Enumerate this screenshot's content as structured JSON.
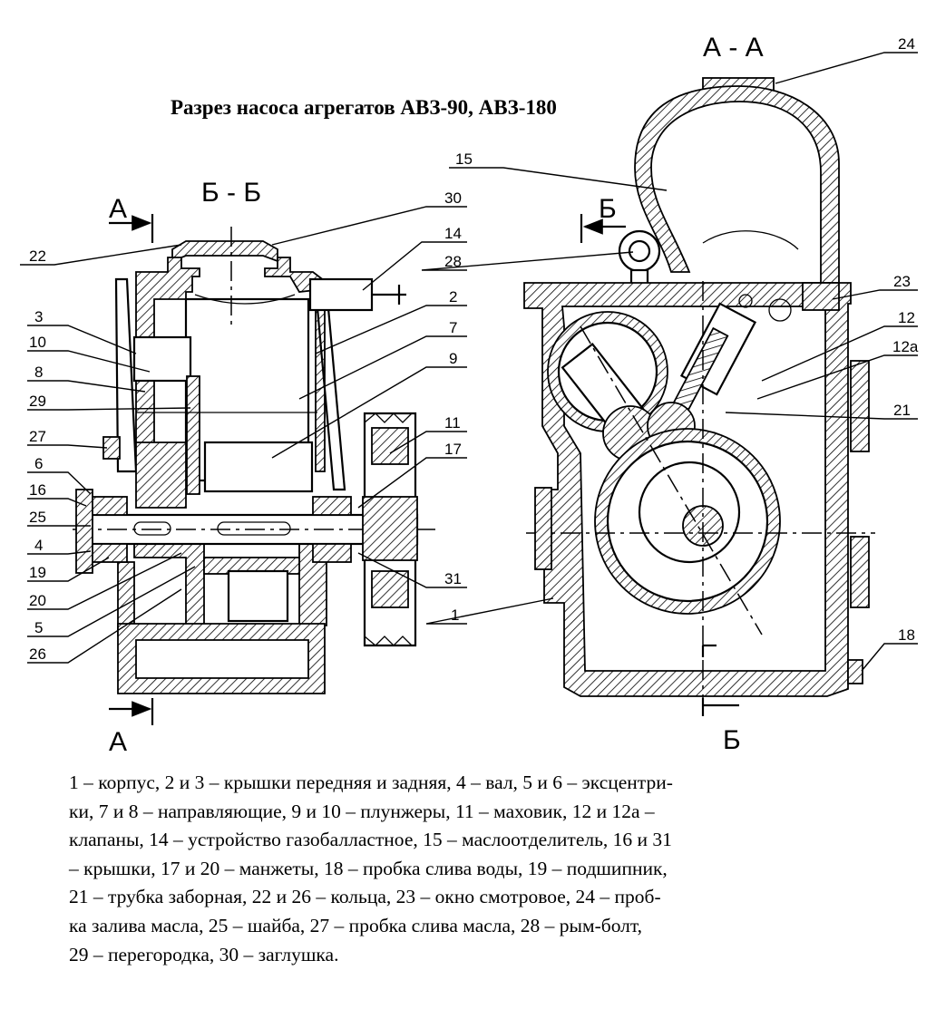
{
  "title": "Разрез насоса агрегатов  АВЗ-90, АВЗ-180",
  "sections": {
    "left_view": "Б - Б",
    "right_view": "А - А",
    "cut_a": "А",
    "cut_b": "Б"
  },
  "callouts_left": {
    "c22": "22",
    "c30": "30",
    "c14": "14",
    "c28": "28",
    "c2": "2",
    "c7": "7",
    "c9": "9",
    "c3": "3",
    "c10": "10",
    "c8": "8",
    "c29": "29",
    "c27": "27",
    "c6": "6",
    "c16": "16",
    "c25": "25",
    "c4": "4",
    "c19": "19",
    "c20": "20",
    "c5": "5",
    "c26": "26",
    "c11": "11",
    "c17": "17",
    "c31": "31",
    "c1": "1"
  },
  "callouts_right": {
    "c24": "24",
    "c15": "15",
    "c23": "23",
    "c12": "12",
    "c12a": "12а",
    "c21": "21",
    "c18": "18"
  },
  "legend_lines": [
    "1 – корпус, 2 и 3 – крышки передняя и задняя, 4 – вал, 5 и 6 – эксцентри-",
    "ки,  7 и 8 – направляющие, 9 и 10 – плунжеры, 11 – маховик, 12 и 12а –",
    "клапаны, 14 – устройство газобалластное, 15 – маслоотделитель, 16 и 31",
    "– крышки,  17 и 20 – манжеты, 18 – пробка слива воды, 19 – подшипник,",
    "21 – трубка   заборная, 22 и 26 – кольца, 23 – окно смотровое, 24 – проб-",
    "ка залива масла, 25 – шайба,  27 – пробка слива масла,   28 – рым-болт,",
    "29 – перегородка,   30 – заглушка."
  ]
}
